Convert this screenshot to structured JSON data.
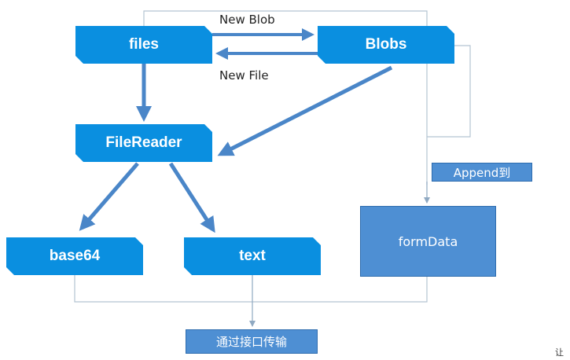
{
  "nodes": {
    "files": "files",
    "blobs": "Blobs",
    "filereader": "FileReader",
    "base64": "base64",
    "text": "text",
    "formdata": "formData"
  },
  "edge_labels": {
    "new_blob": "New Blob",
    "new_file": "New File",
    "append": "Append到",
    "transfer": "通过接口传输"
  },
  "corner_text": "让",
  "colors": {
    "node_fill": "#0a8fe0",
    "box_fill": "#4e8fd3",
    "arrow": "#4a86c8",
    "thin_line": "#9fb4c8"
  }
}
